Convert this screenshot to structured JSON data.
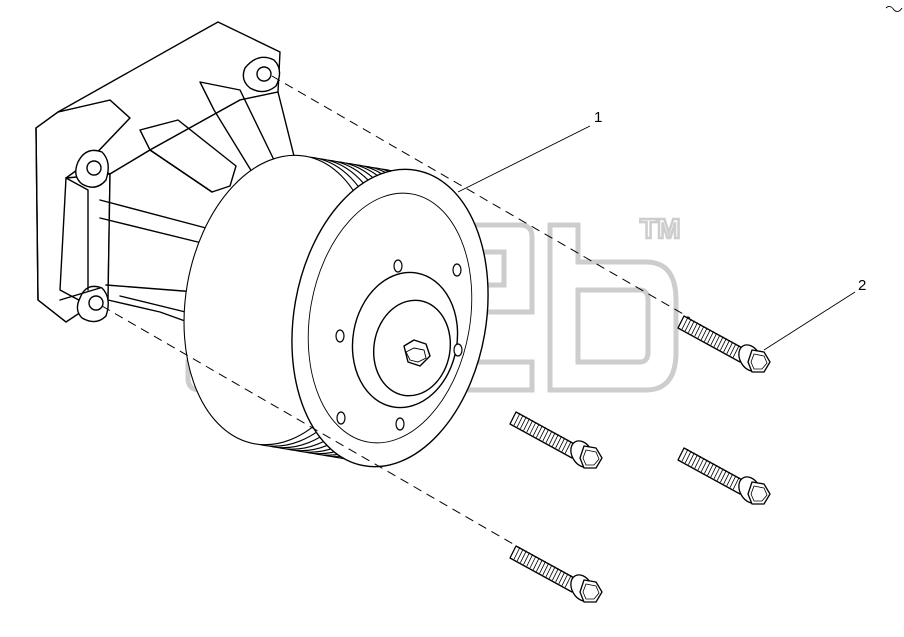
{
  "diagram": {
    "callouts": [
      {
        "id": "1",
        "label": "1"
      },
      {
        "id": "2",
        "label": "2"
      }
    ],
    "watermark": {
      "trademark": "TM",
      "logo_name": "watermark-logo"
    },
    "parts": {
      "water_pump": "water-pump-assembly",
      "bolt_count": 4
    }
  }
}
